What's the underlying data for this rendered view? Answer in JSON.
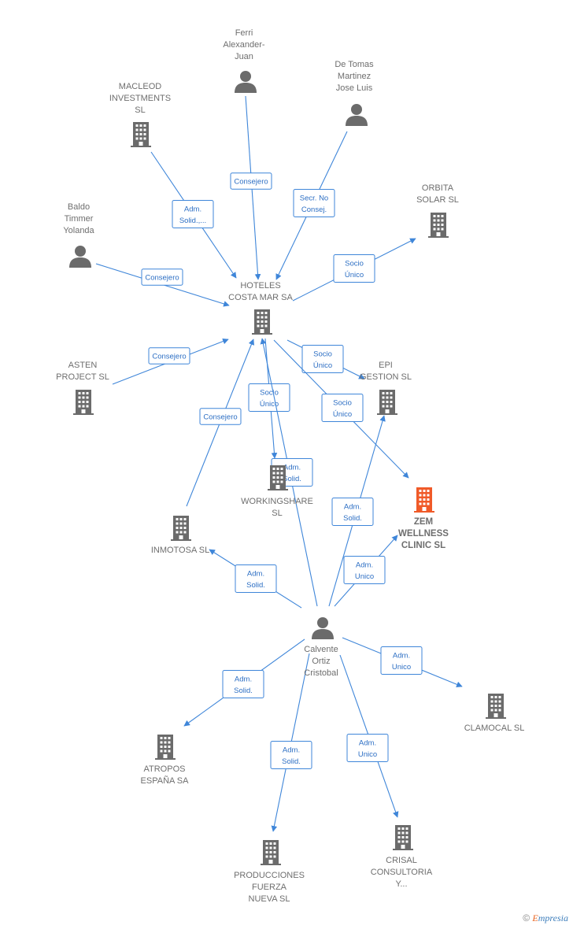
{
  "colors": {
    "edge": "#3f86d9",
    "edge_text": "#2d6fc4",
    "node": "#6b6b6b",
    "focus": "#f05a28",
    "label": "#6e6e6e"
  },
  "footer": {
    "copyright": "©",
    "brand_first": "E",
    "brand_rest": "mpresia"
  },
  "nodes": [
    {
      "id": "ferri",
      "type": "person",
      "lines": [
        "Ferri",
        "Alexander-",
        "Juan"
      ]
    },
    {
      "id": "detomas",
      "type": "person",
      "lines": [
        "De Tomas",
        "Martinez",
        "Jose Luis"
      ]
    },
    {
      "id": "macleod",
      "type": "company",
      "lines": [
        "MACLEOD",
        "INVESTMENTS",
        "SL"
      ]
    },
    {
      "id": "orbita",
      "type": "company",
      "lines": [
        "ORBITA",
        "SOLAR  SL"
      ]
    },
    {
      "id": "baldo",
      "type": "person",
      "lines": [
        "Baldo",
        "Timmer",
        "Yolanda"
      ]
    },
    {
      "id": "hoteles",
      "type": "company",
      "lines": [
        "HOTELES",
        "COSTA MAR SA"
      ]
    },
    {
      "id": "asten",
      "type": "company",
      "lines": [
        "ASTEN",
        "PROJECT  SL"
      ]
    },
    {
      "id": "epi",
      "type": "company",
      "lines": [
        "EPI",
        "GESTION SL"
      ]
    },
    {
      "id": "zem",
      "type": "focus",
      "lines": [
        "ZEM",
        "WELLNESS",
        "CLINIC  SL"
      ]
    },
    {
      "id": "workingshare",
      "type": "company",
      "lines": [
        "WORKINGSHARE",
        "SL"
      ]
    },
    {
      "id": "inmotosa",
      "type": "company",
      "lines": [
        "INMOTOSA SL"
      ]
    },
    {
      "id": "calvente",
      "type": "person",
      "lines": [
        "Calvente",
        "Ortiz",
        "Cristobal"
      ]
    },
    {
      "id": "clamocal",
      "type": "company",
      "lines": [
        "CLAMOCAL  SL"
      ]
    },
    {
      "id": "atropos",
      "type": "company",
      "lines": [
        "ATROPOS",
        "ESPAÑA SA"
      ]
    },
    {
      "id": "producciones",
      "type": "company",
      "lines": [
        "PRODUCCIONES",
        "FUERZA",
        "NUEVA  SL"
      ]
    },
    {
      "id": "crisal",
      "type": "company",
      "lines": [
        "CRISAL",
        "CONSULTORIA",
        "Y..."
      ]
    }
  ],
  "edges": [
    {
      "from": "ferri",
      "to": "hoteles",
      "label": [
        "Consejero"
      ]
    },
    {
      "from": "macleod",
      "to": "hoteles",
      "label": [
        "Adm.",
        "Solid.,..."
      ]
    },
    {
      "from": "detomas",
      "to": "hoteles",
      "label": [
        "Secr.  No",
        "Consej."
      ]
    },
    {
      "from": "baldo",
      "to": "hoteles",
      "label": [
        "Consejero"
      ]
    },
    {
      "from": "hoteles",
      "to": "orbita",
      "label": [
        "Socio",
        "Único"
      ]
    },
    {
      "from": "asten",
      "to": "hoteles",
      "label": [
        "Consejero"
      ]
    },
    {
      "from": "hoteles",
      "to": "epi",
      "label": [
        "Socio",
        "Único"
      ]
    },
    {
      "from": "hoteles",
      "to": "zem",
      "label": [
        "Socio",
        "Único"
      ]
    },
    {
      "from": "hoteles",
      "to": "workingshare",
      "label": [
        "Socio",
        "Único"
      ]
    },
    {
      "from": "inmotosa",
      "to": "hoteles",
      "label": [
        "Consejero"
      ]
    },
    {
      "from": "calvente",
      "to": "hoteles",
      "label": [
        "Adm.",
        "Solid."
      ]
    },
    {
      "from": "calvente",
      "to": "epi",
      "label": [
        "Adm.",
        "Solid."
      ]
    },
    {
      "from": "calvente",
      "to": "zem",
      "label": [
        "Adm.",
        "Unico"
      ]
    },
    {
      "from": "calvente",
      "to": "inmotosa",
      "label": [
        "Adm.",
        "Solid."
      ]
    },
    {
      "from": "calvente",
      "to": "clamocal",
      "label": [
        "Adm.",
        "Unico"
      ]
    },
    {
      "from": "calvente",
      "to": "atropos",
      "label": [
        "Adm.",
        "Solid."
      ]
    },
    {
      "from": "calvente",
      "to": "producciones",
      "label": [
        "Adm.",
        "Solid."
      ]
    },
    {
      "from": "calvente",
      "to": "crisal",
      "label": [
        "Adm.",
        "Unico"
      ]
    }
  ]
}
